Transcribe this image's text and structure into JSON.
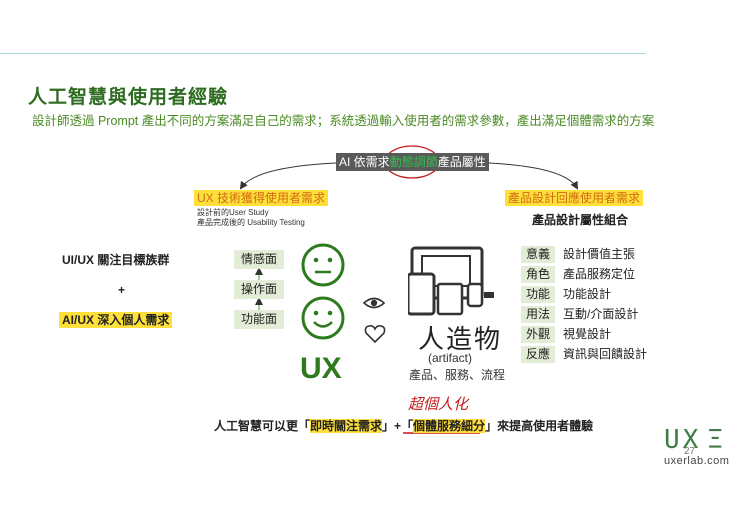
{
  "slide": {
    "title": "人工智慧與使用者經驗",
    "subtitle": "設計師透過 Prompt 產出不同的方案滿足自己的需求；系統透過輸入使用者的需求參數，產出滿足個體需求的方案",
    "page_number": "27"
  },
  "top_banner": {
    "part1": "AI 依需求",
    "part2": "動態調節",
    "part3": "產品屬性"
  },
  "left_branch": {
    "heading": "UX 技術獲得使用者需求",
    "note1": "設計前的User Study",
    "note2": "產品完成後的 Usability Testing"
  },
  "right_branch": {
    "heading": "產品設計回應使用者需求",
    "subheading": "產品設計屬性組合"
  },
  "left_focus": {
    "line1": "UI/UX 關注目標族群",
    "plus": "+",
    "line2": "AI/UX 深入個人需求"
  },
  "layers": {
    "emotion": "情感面",
    "operation": "操作面",
    "function": "功能面"
  },
  "ux_label": "UX",
  "artifact": {
    "main": "人造物",
    "sub": "(artifact)",
    "detail": "產品、服務、流程"
  },
  "attributes": [
    {
      "key": "意義",
      "value": "設計價值主張"
    },
    {
      "key": "角色",
      "value": "產品服務定位"
    },
    {
      "key": "功能",
      "value": "功能設計"
    },
    {
      "key": "用法",
      "value": "互動/介面設計"
    },
    {
      "key": "外觀",
      "value": "視覺設計"
    },
    {
      "key": "反應",
      "value": "資訊與回饋設計"
    }
  ],
  "conclusion": {
    "prefix": "人工智慧可以更「",
    "highlight1": "即時關注需求",
    "middle": "」+「",
    "highlight2": "個體服務細分",
    "suffix": "」來提高使用者體驗",
    "handwriting": "超個人化"
  },
  "logo": {
    "mark": "UX",
    "url": "uxerlab.com"
  },
  "colors": {
    "title_green": "#2d6b1f",
    "ux_green": "#2d7a1f",
    "highlight_yellow": "#ffe03a",
    "annotation_red": "#c41a1a",
    "banner_gray": "#5a5a5a"
  }
}
